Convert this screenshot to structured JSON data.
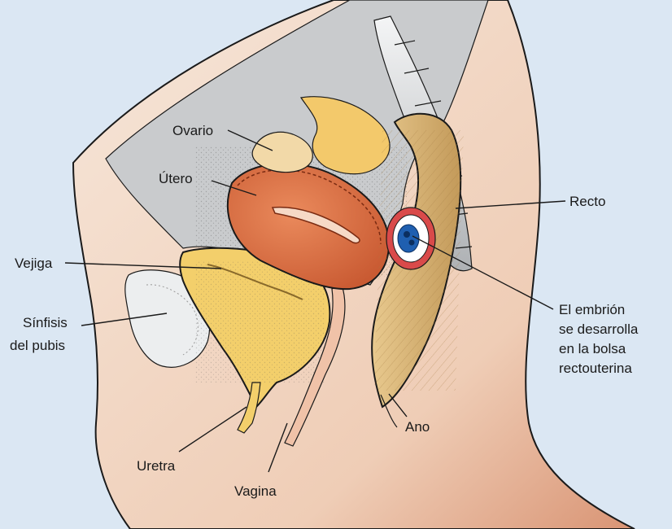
{
  "labels": {
    "ovario": "Ovario",
    "utero": "Útero",
    "vejiga": "Vejiga",
    "sinfisis_1": "Sínfisis",
    "sinfisis_2": "del pubis",
    "recto": "Recto",
    "embrion_1": "El embrión",
    "embrion_2": "se desarrolla",
    "embrion_3": "en la bolsa",
    "embrion_4": "rectouterina",
    "ano": "Ano",
    "uretra": "Uretra",
    "vagina": "Vagina"
  },
  "colors": {
    "background": "#dbe7f3",
    "skin": "#f3dccb",
    "skin_shadow": "#e0a283",
    "peritoneum": "#c9cbcd",
    "bone": "#eceeef",
    "uterus": "#e0754a",
    "bladder": "#f3cf6b",
    "ovary": "#f2d9a8",
    "tube": "#f3c96b",
    "rectum": "#d9b271",
    "embryo_ring": "#d94a4a",
    "embryo": "#1f5fb0"
  }
}
